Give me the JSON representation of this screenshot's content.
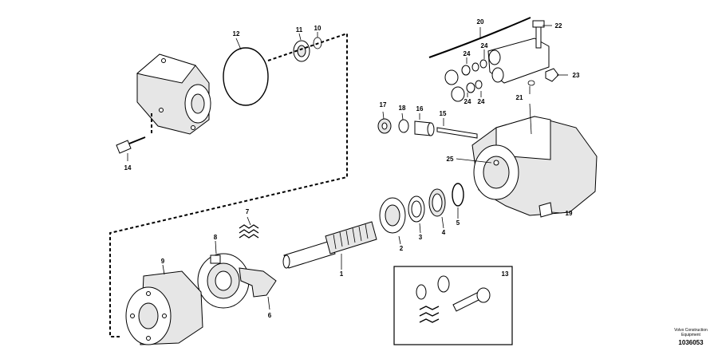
{
  "labels": {
    "p1": "1",
    "p2": "2",
    "p3": "3",
    "p4": "4",
    "p5": "5",
    "p6": "6",
    "p7": "7",
    "p8": "8",
    "p9": "9",
    "p10": "10",
    "p11": "11",
    "p12": "12",
    "p13": "13",
    "p14": "14",
    "p15": "15",
    "p16": "16",
    "p17": "17",
    "p18": "18",
    "p19": "19",
    "p20": "20",
    "p21": "21",
    "p22": "22",
    "p23": "23",
    "p24a": "24",
    "p24b": "24",
    "p24c": "24",
    "p24d": "24",
    "p25": "25"
  },
  "credit": {
    "line1": "Volvo Construction",
    "line2": "Equipment",
    "doc_id": "1036053"
  }
}
